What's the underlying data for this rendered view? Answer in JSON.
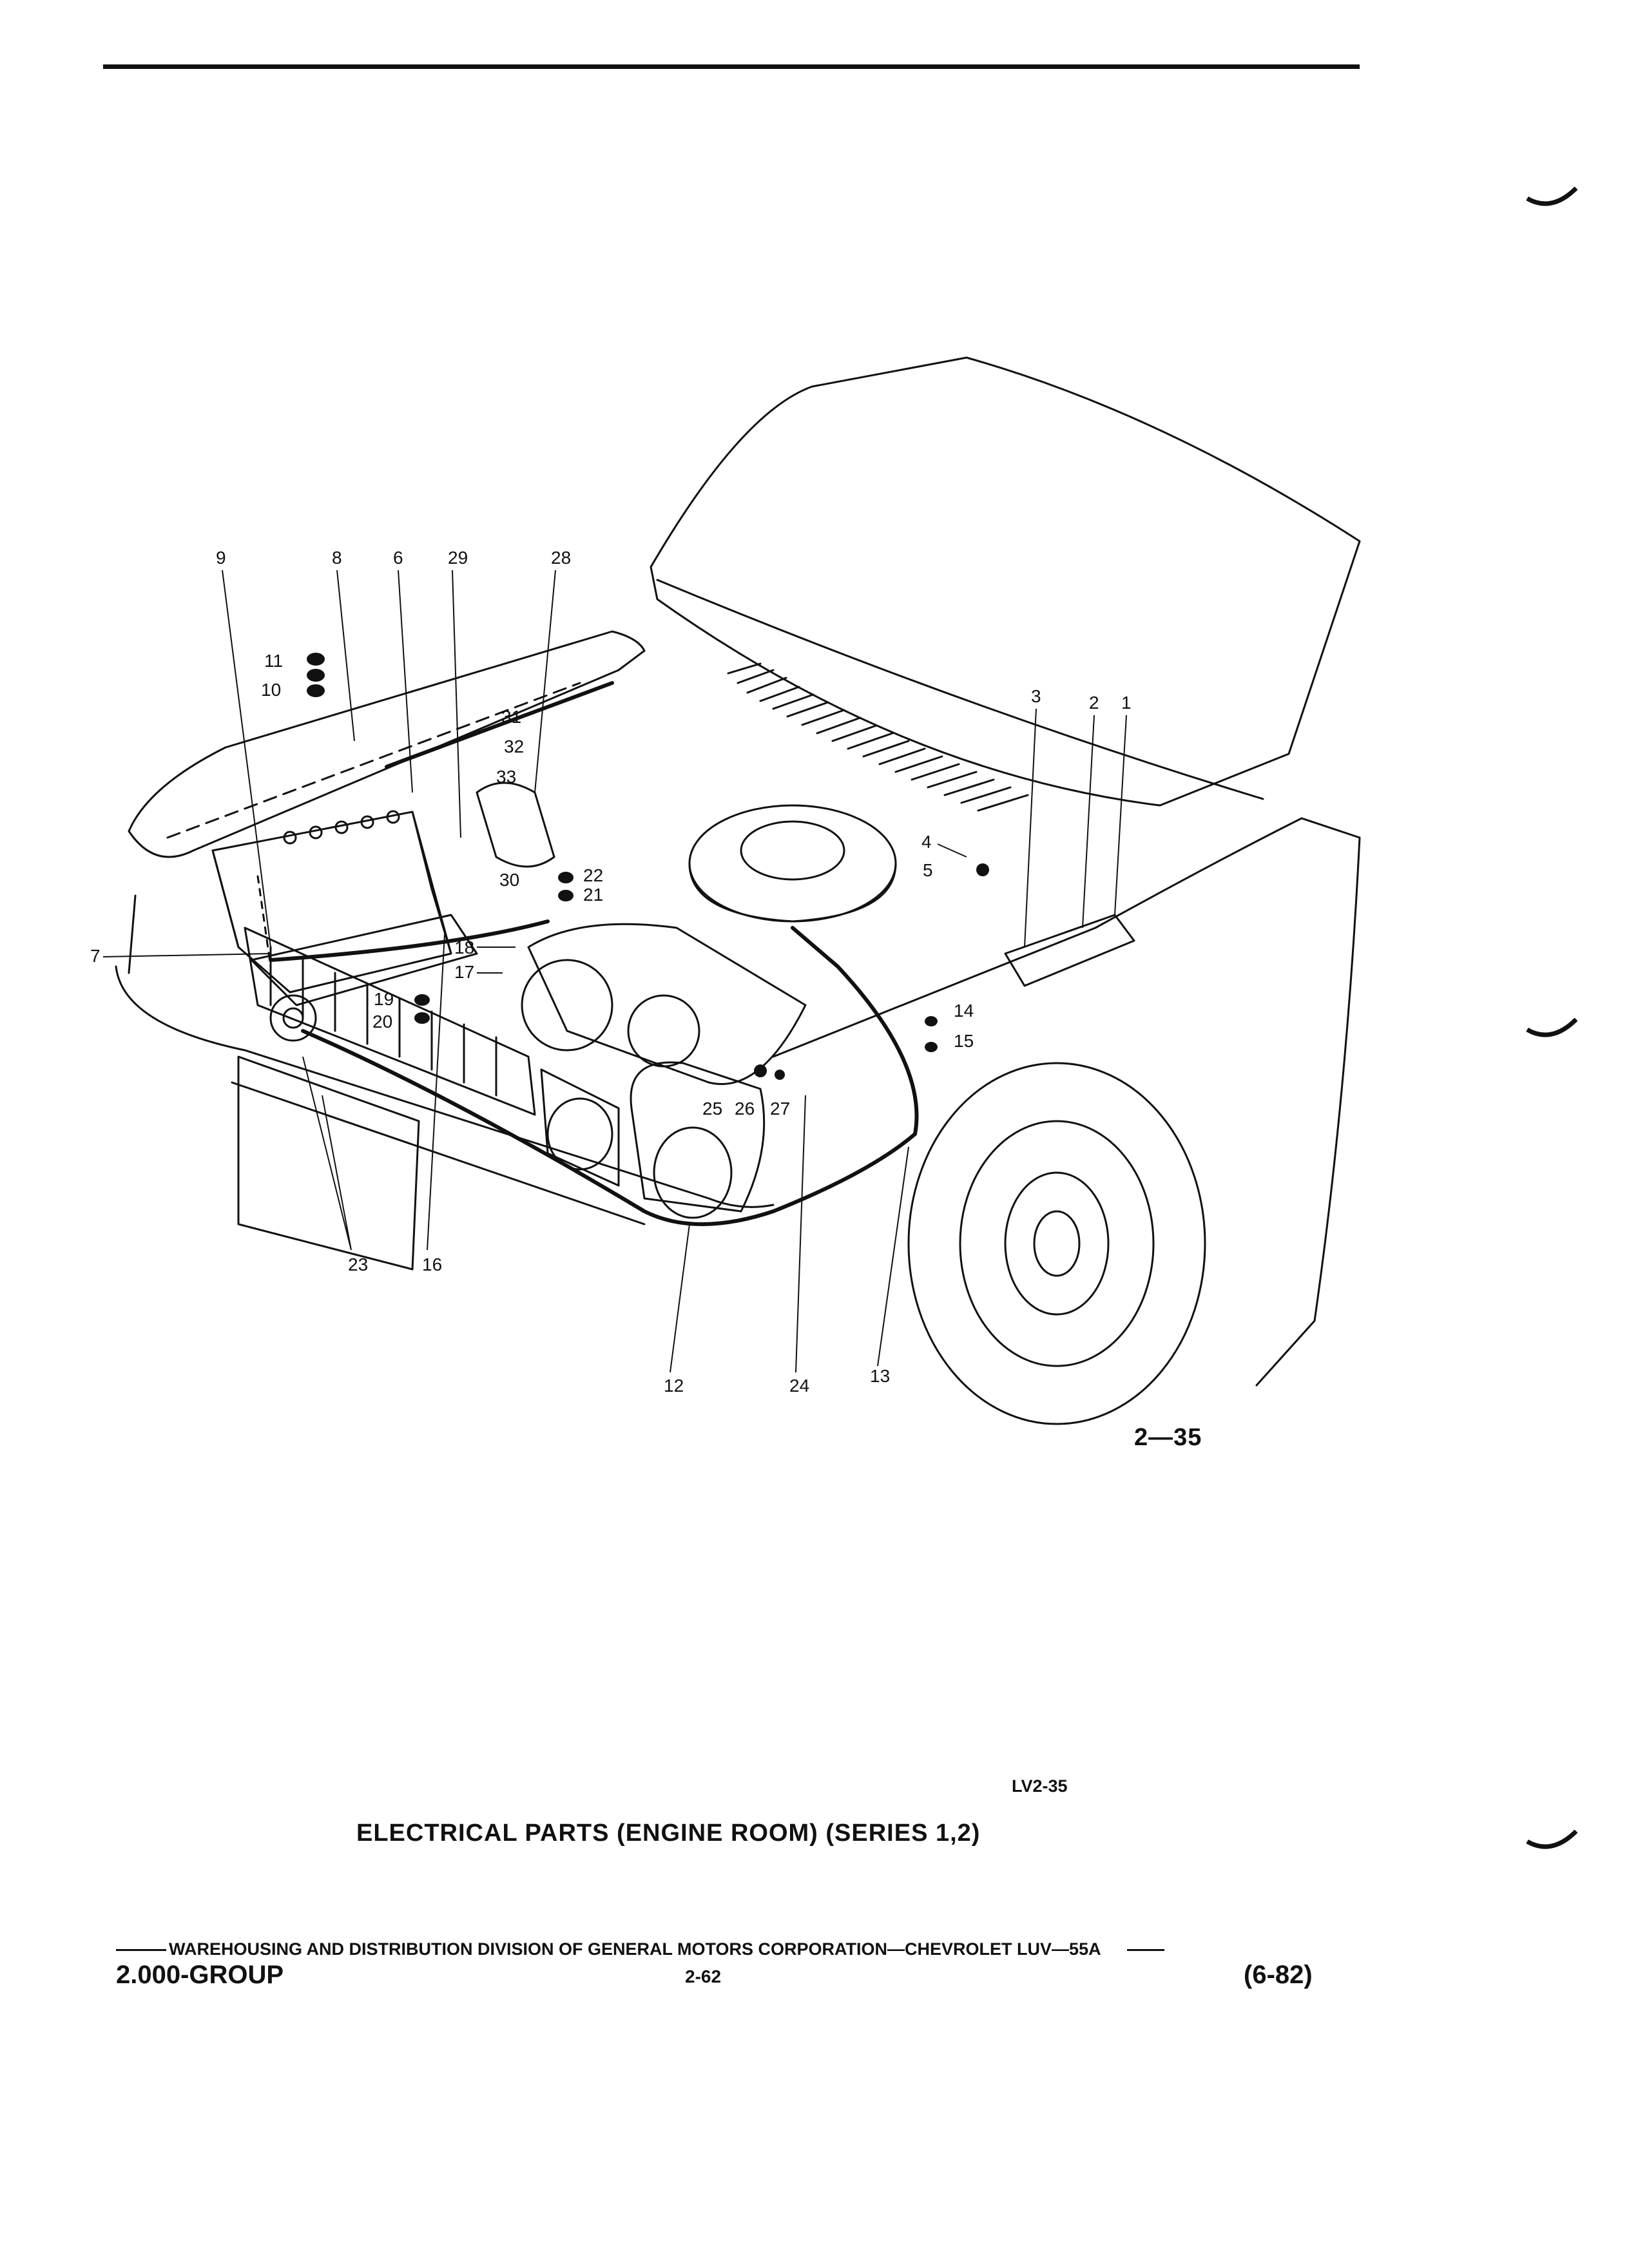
{
  "callouts": [
    "1",
    "2",
    "3",
    "4",
    "5",
    "6",
    "7",
    "8",
    "9",
    "10",
    "11",
    "12",
    "13",
    "14",
    "15",
    "16",
    "17",
    "18",
    "19",
    "20",
    "21",
    "22",
    "23",
    "24",
    "25",
    "26",
    "27",
    "28",
    "29",
    "30",
    "31",
    "32",
    "33"
  ],
  "figure_number": "2—35",
  "plate_id": "LV2-35",
  "caption": "ELECTRICAL PARTS (ENGINE ROOM) (SERIES 1,2)",
  "footer": {
    "division_line": "WAREHOUSING AND DISTRIBUTION  DIVISION OF GENERAL MOTORS CORPORATION—CHEVROLET LUV—55A",
    "group": "2.000-GROUP",
    "page": "2-62",
    "date": "(6-82)"
  }
}
